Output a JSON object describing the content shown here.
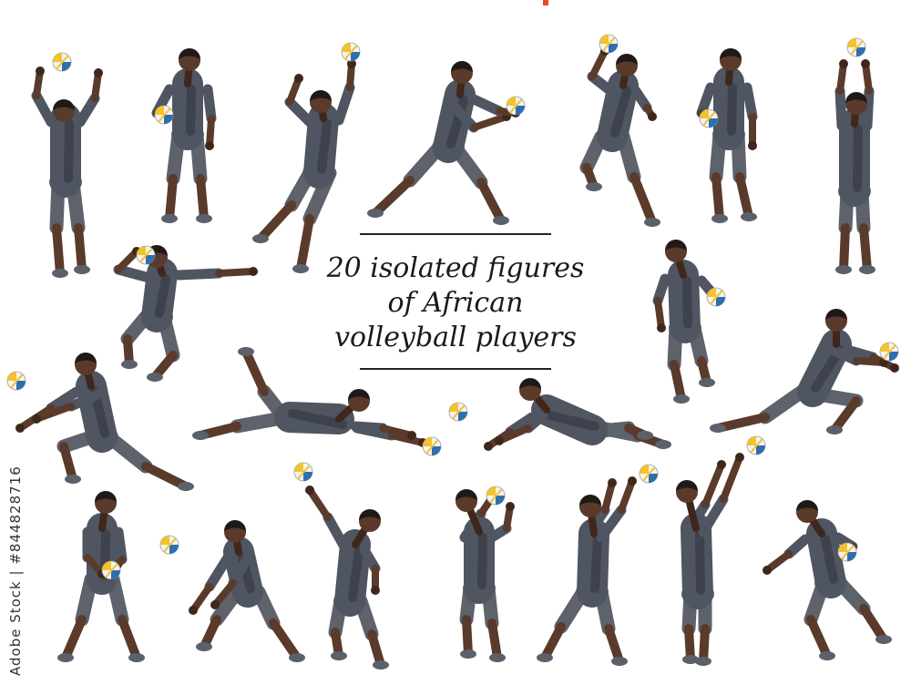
{
  "caption": {
    "line1": "20 isolated figures",
    "line2": "of African",
    "line3": "volleyball players"
  },
  "stock_id": "Adobe Stock | #844828716",
  "colors": {
    "skin": "#5a3a2a",
    "skin_shadow": "#3f271b",
    "hair": "#1f1a18",
    "shirt": "#4f5561",
    "shirt_shadow": "#3d424c",
    "shorts": "#5d626b",
    "shoe": "#5b616a",
    "ball_yellow": "#f2c230",
    "ball_blue": "#2f6fb0",
    "ball_white": "#f4f4f4",
    "accent": "#e8472a"
  },
  "figures": [
    {
      "name": "player-setting-back"
    },
    {
      "name": "player-holding-ball-back"
    },
    {
      "name": "player-spiking"
    },
    {
      "name": "player-bumping-lunge"
    },
    {
      "name": "player-jump-serve"
    },
    {
      "name": "player-holding-ball-front"
    },
    {
      "name": "player-blocking-jump"
    },
    {
      "name": "player-jump-hit"
    },
    {
      "name": "player-walking-ball"
    },
    {
      "name": "player-lunge-bump-left"
    },
    {
      "name": "player-diving-left"
    },
    {
      "name": "player-diving-right"
    },
    {
      "name": "player-lunge-bump-right"
    },
    {
      "name": "player-ready-ball"
    },
    {
      "name": "player-low-dig"
    },
    {
      "name": "player-overhead-reach"
    },
    {
      "name": "player-setting-front"
    },
    {
      "name": "player-setting-side"
    },
    {
      "name": "player-block-reach"
    },
    {
      "name": "player-running-ball"
    }
  ]
}
